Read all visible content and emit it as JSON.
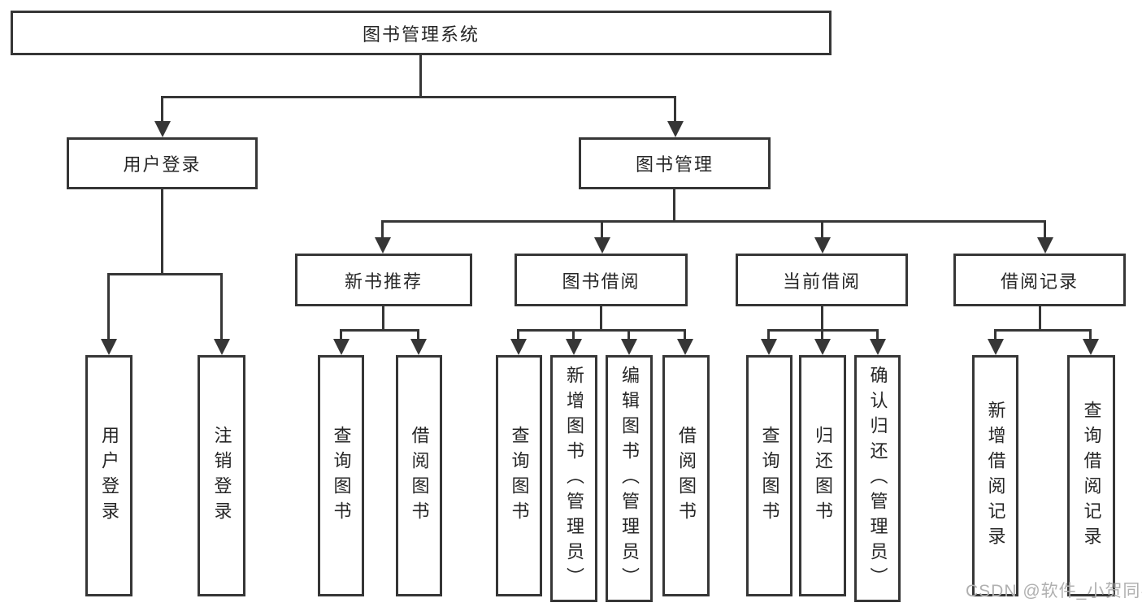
{
  "tree": {
    "label": "图书管理系统",
    "children": [
      {
        "label": "用户登录",
        "children": [
          {
            "label": "用户登录"
          },
          {
            "label": "注销登录"
          }
        ]
      },
      {
        "label": "图书管理",
        "children": [
          {
            "label": "新书推荐",
            "children": [
              {
                "label": "查询图书"
              },
              {
                "label": "借阅图书"
              }
            ]
          },
          {
            "label": "图书借阅",
            "children": [
              {
                "label": "查询图书"
              },
              {
                "label": "新增图书（管理员）"
              },
              {
                "label": "编辑图书（管理员）"
              },
              {
                "label": "借阅图书"
              }
            ]
          },
          {
            "label": "当前借阅",
            "children": [
              {
                "label": "查询图书"
              },
              {
                "label": "归还图书"
              },
              {
                "label": "确认归还（管理员）"
              }
            ]
          },
          {
            "label": "借阅记录",
            "children": [
              {
                "label": "新增借阅记录"
              },
              {
                "label": "查询借阅记录"
              }
            ]
          }
        ]
      }
    ]
  },
  "watermark": {
    "text": "CSDN @软件_小贺同学"
  },
  "colors": {
    "line": "#363636",
    "box_border": "#363636",
    "text": "#262626",
    "watermark": "#b0b0b0",
    "background": "#ffffff"
  }
}
